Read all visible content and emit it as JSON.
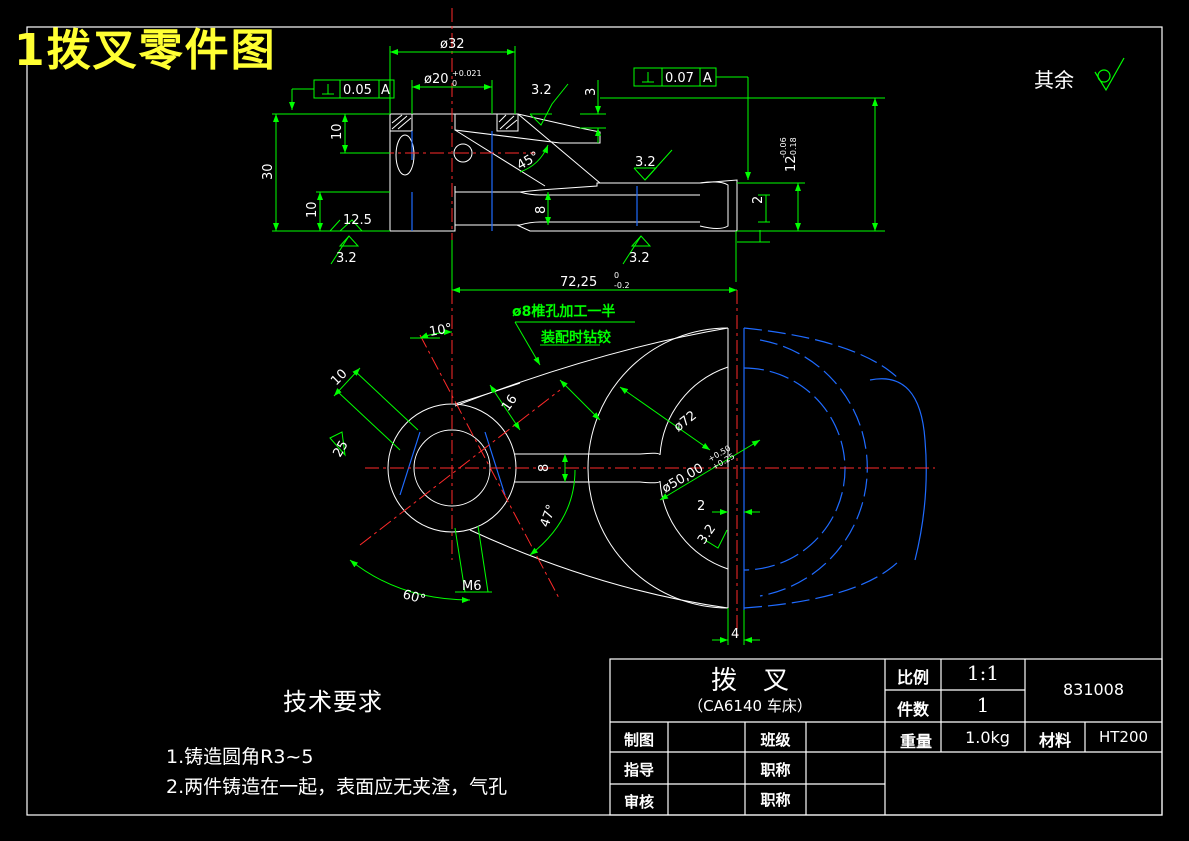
{
  "page_title": "1拨叉零件图",
  "roughness_note": {
    "label": "其余"
  },
  "tech_requirements": {
    "title": "技术要求",
    "items": [
      "1.铸造圆角R3~5",
      "2.两件铸造在一起，表面应无夹渣，气孔"
    ]
  },
  "title_block": {
    "part_name": "拨　叉",
    "machine": "（CA6140 车床）",
    "scale_label": "比例",
    "scale_value": "1:1",
    "qty_label": "件数",
    "qty_value": "1",
    "drawing_no": "831008",
    "weight_label": "重量",
    "weight_value": "1.0kg",
    "material_label": "材料",
    "material_value": "HT200",
    "drawn_label": "制图",
    "guide_label": "指导",
    "review_label": "审核",
    "class_label": "班级",
    "title1_label": "职称",
    "title2_label": "职称"
  },
  "dims": {
    "d32": "ø32",
    "d20": "ø20",
    "d20_tol": "+0.021",
    "d20_tol2": "0",
    "perp1_val": "0.05",
    "perp1_ref": "A",
    "perp2_val": "0.07",
    "perp2_ref": "A",
    "r32_a": "3.2",
    "r32_b": "3.2",
    "r32_c": "3.2",
    "r32_d": "3.2",
    "r125": "12.5",
    "h30": "30",
    "h10a": "10",
    "h10b": "10",
    "h3": "3",
    "h8": "8",
    "h2": "2",
    "h12": "12",
    "h12_tol": "-0.06",
    "h12_tol2": "-0.18",
    "ang45": "45°",
    "len72": "72,25",
    "len72_tol": "0",
    "len72_tol2": "-0.2",
    "taper_note1": "ø8椎孔加工一半",
    "taper_note2": "装配时钻铰",
    "ang10": "10°",
    "d10": "10",
    "d16": "16",
    "r25": "25",
    "d72": "ø72",
    "w8": "8",
    "d50": "ø50,00",
    "d50_tol": "+0.50",
    "d50_tol2": "+0.25",
    "w2": "2",
    "ang47": "47°",
    "ang60": "60°",
    "m6": "M6",
    "r32_e": "3.2",
    "w4": "4"
  }
}
